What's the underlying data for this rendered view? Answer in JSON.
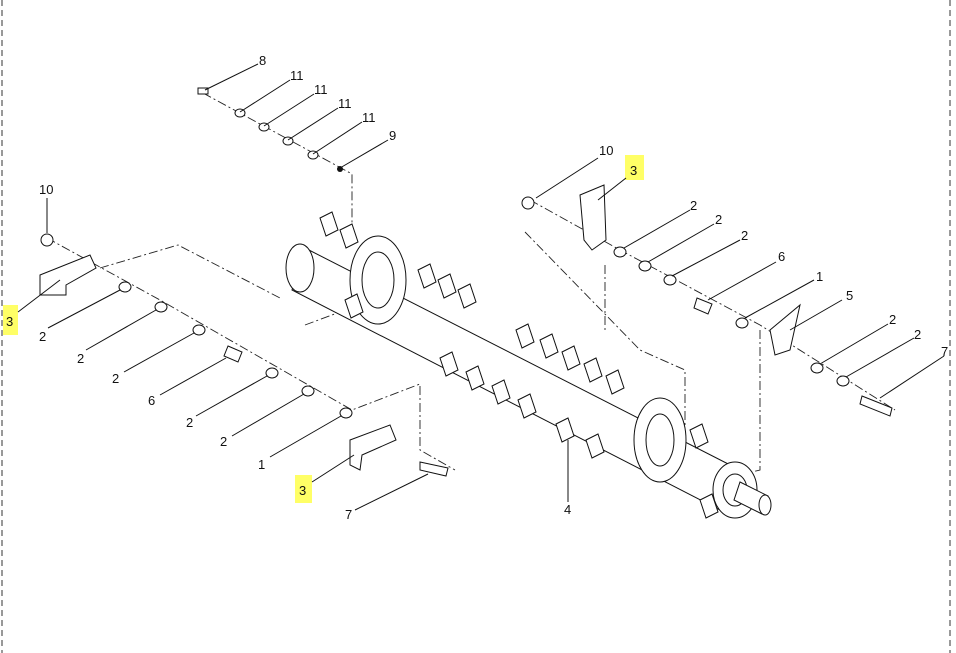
{
  "colors": {
    "highlight": "#ffff66",
    "ink": "#111111"
  },
  "callouts": [
    {
      "id": "c-8-top",
      "text": "8"
    },
    {
      "id": "c-11-a",
      "text": "11"
    },
    {
      "id": "c-11-b",
      "text": "11"
    },
    {
      "id": "c-11-c",
      "text": "11"
    },
    {
      "id": "c-11-d",
      "text": "11"
    },
    {
      "id": "c-9-top",
      "text": "9"
    },
    {
      "id": "c-10-left",
      "text": "10"
    },
    {
      "id": "c-3-left",
      "text": "3",
      "highlight": true
    },
    {
      "id": "c-2-l1",
      "text": "2"
    },
    {
      "id": "c-2-l2",
      "text": "2"
    },
    {
      "id": "c-2-l3",
      "text": "2"
    },
    {
      "id": "c-6-left",
      "text": "6"
    },
    {
      "id": "c-2-l4",
      "text": "2"
    },
    {
      "id": "c-2-l5",
      "text": "2"
    },
    {
      "id": "c-1-left",
      "text": "1"
    },
    {
      "id": "c-3-bottom",
      "text": "3",
      "highlight": true
    },
    {
      "id": "c-7-bottom",
      "text": "7"
    },
    {
      "id": "c-4",
      "text": "4"
    },
    {
      "id": "c-10-right",
      "text": "10"
    },
    {
      "id": "c-3-right",
      "text": "3",
      "highlight": true
    },
    {
      "id": "c-2-r1",
      "text": "2"
    },
    {
      "id": "c-2-r2",
      "text": "2"
    },
    {
      "id": "c-2-r3",
      "text": "2"
    },
    {
      "id": "c-6-right",
      "text": "6"
    },
    {
      "id": "c-1-right",
      "text": "1"
    },
    {
      "id": "c-5",
      "text": "5"
    },
    {
      "id": "c-2-r4",
      "text": "2"
    },
    {
      "id": "c-2-r5",
      "text": "2"
    },
    {
      "id": "c-7-right",
      "text": "7"
    }
  ]
}
